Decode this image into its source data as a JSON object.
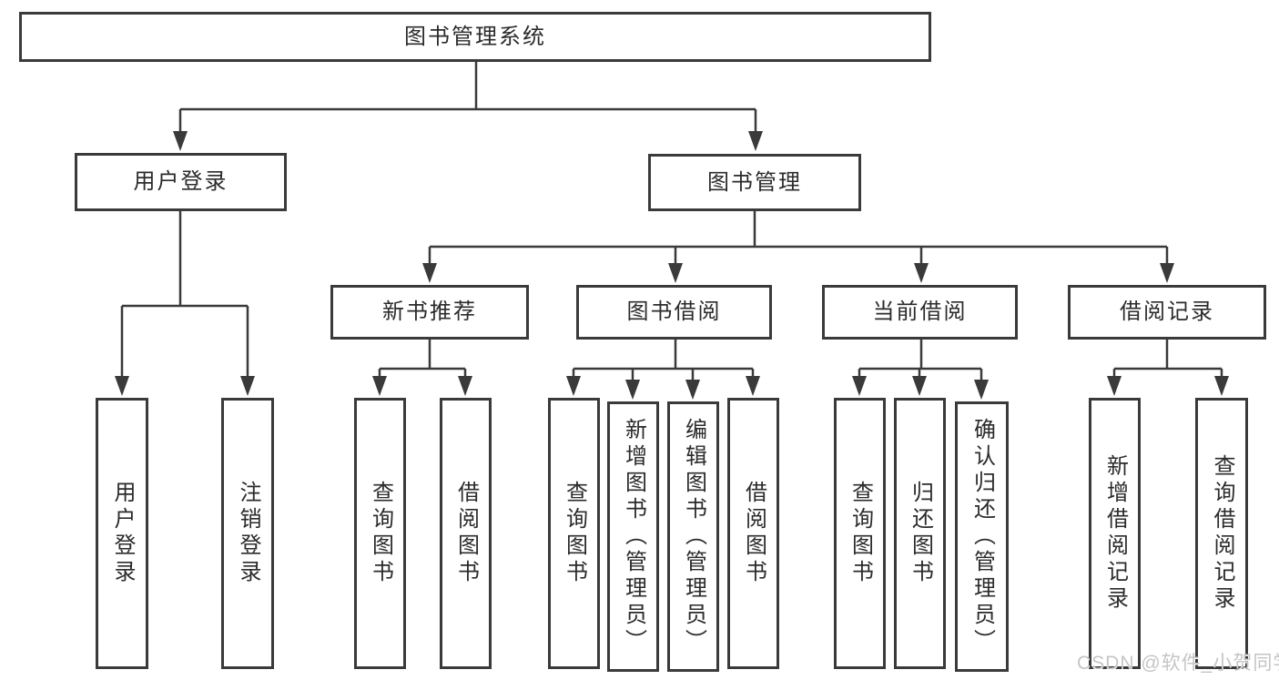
{
  "diagram": {
    "root": {
      "label": "图书管理系统"
    },
    "level2": {
      "user_login": {
        "label": "用户登录"
      },
      "book_mgmt": {
        "label": "图书管理"
      }
    },
    "level3": {
      "new_book": {
        "label": "新书推荐"
      },
      "book_borrow": {
        "label": "图书借阅"
      },
      "current_borrow": {
        "label": "当前借阅"
      },
      "borrow_record": {
        "label": "借阅记录"
      }
    },
    "leaves": {
      "user_login": [
        "用户登录",
        "注销登录"
      ],
      "new_book": [
        "查询图书",
        "借阅图书"
      ],
      "book_borrow": [
        "查询图书",
        "新增图书（管理员）",
        "编辑图书（管理员）",
        "借阅图书"
      ],
      "current_borrow": [
        "查询图书",
        "归还图书",
        "确认归还（管理员）"
      ],
      "borrow_record": [
        "新增借阅记录",
        "查询借阅记录"
      ]
    }
  },
  "watermark": {
    "text": "CSDN @软件_小贺同学"
  },
  "colors": {
    "line": "#3a3a3a",
    "text": "#2b2b2b",
    "watermark": "#c5c5c5",
    "background": "#ffffff"
  }
}
